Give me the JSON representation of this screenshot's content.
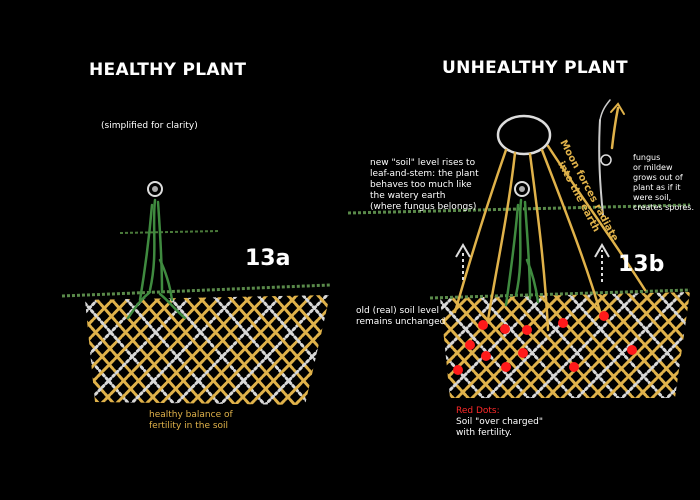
{
  "left": {
    "heading": "HEALTHY PLANT",
    "subtitle": "(simplified for clarity)",
    "figure_number": "13a",
    "caption_line1": "healthy balance of",
    "caption_line2": "fertility in the soil"
  },
  "right": {
    "heading": "UNHEALTHY PLANT",
    "figure_number": "13b",
    "new_soil_note": [
      "new \"soil\" level rises to",
      "leaf-and-stem: the plant",
      "behaves too much like",
      "the watery earth",
      "(where fungus belongs)"
    ],
    "old_soil_note": [
      "old (real) soil level",
      "remains unchanged"
    ],
    "moon_label": [
      "Moon forces radiate",
      "into the earth"
    ],
    "fungus_note": [
      "fungus",
      "or mildew",
      "grows out of",
      "plant as if it",
      "were soil,",
      "creates spores."
    ],
    "red_dots_title": "Red Dots:",
    "red_dots_note": [
      "Soil \"over charged\"",
      "with fertility."
    ]
  },
  "colors": {
    "background": "#000000",
    "soil_gold": "#e0b24a",
    "soil_white": "#d8d8d8",
    "stem_green": "#3f8a3f",
    "soil_line_green": "#5a8a4a",
    "red_dots": "#ff1a1a"
  }
}
